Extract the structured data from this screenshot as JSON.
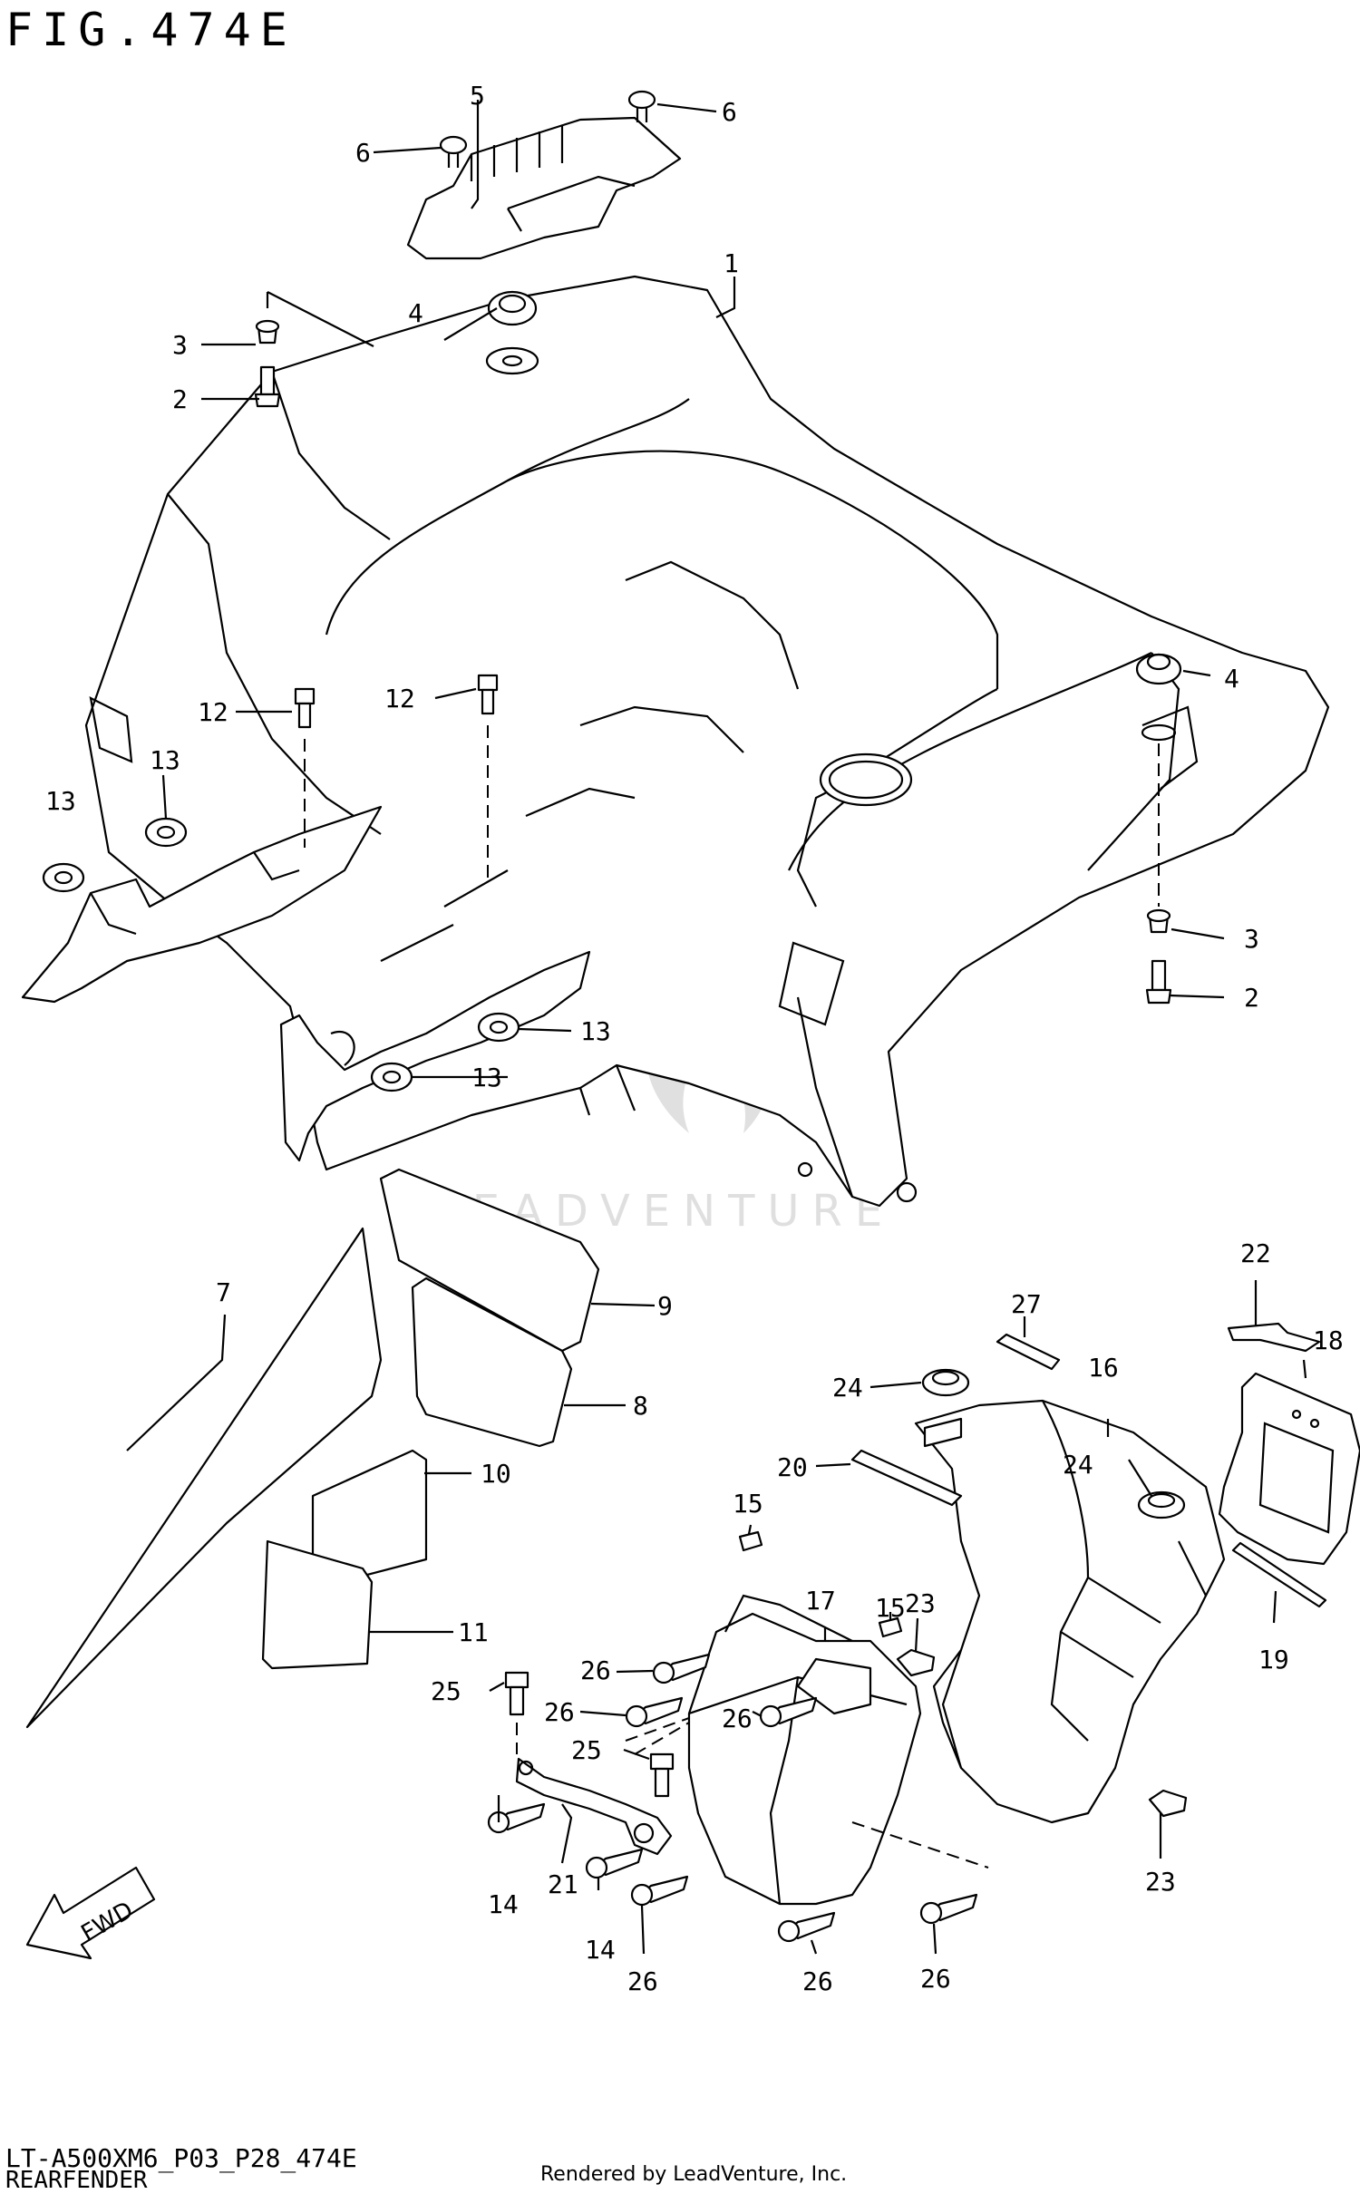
{
  "figure": {
    "title": "FIG.474E",
    "code": "LT-A500XM6_P03_P28_474E",
    "section": "REARFENDER",
    "rendered_by": "Rendered by LeadVenture, Inc.",
    "watermark": "LEADVENTURE"
  },
  "callouts": [
    {
      "id": "c1",
      "label": "1"
    },
    {
      "id": "c2a",
      "label": "2"
    },
    {
      "id": "c2b",
      "label": "2"
    },
    {
      "id": "c3a",
      "label": "3"
    },
    {
      "id": "c3b",
      "label": "3"
    },
    {
      "id": "c4a",
      "label": "4"
    },
    {
      "id": "c4b",
      "label": "4"
    },
    {
      "id": "c5",
      "label": "5"
    },
    {
      "id": "c6a",
      "label": "6"
    },
    {
      "id": "c6b",
      "label": "6"
    },
    {
      "id": "c7",
      "label": "7"
    },
    {
      "id": "c8",
      "label": "8"
    },
    {
      "id": "c9",
      "label": "9"
    },
    {
      "id": "c10",
      "label": "10"
    },
    {
      "id": "c11",
      "label": "11"
    },
    {
      "id": "c12a",
      "label": "12"
    },
    {
      "id": "c12b",
      "label": "12"
    },
    {
      "id": "c13a",
      "label": "13"
    },
    {
      "id": "c13b",
      "label": "13"
    },
    {
      "id": "c13c",
      "label": "13"
    },
    {
      "id": "c13d",
      "label": "13"
    },
    {
      "id": "c14a",
      "label": "14"
    },
    {
      "id": "c14b",
      "label": "14"
    },
    {
      "id": "c15a",
      "label": "15"
    },
    {
      "id": "c15b",
      "label": "15"
    },
    {
      "id": "c16",
      "label": "16"
    },
    {
      "id": "c17",
      "label": "17"
    },
    {
      "id": "c18",
      "label": "18"
    },
    {
      "id": "c19",
      "label": "19"
    },
    {
      "id": "c20",
      "label": "20"
    },
    {
      "id": "c21",
      "label": "21"
    },
    {
      "id": "c22",
      "label": "22"
    },
    {
      "id": "c23a",
      "label": "23"
    },
    {
      "id": "c23b",
      "label": "23"
    },
    {
      "id": "c24a",
      "label": "24"
    },
    {
      "id": "c24b",
      "label": "24"
    },
    {
      "id": "c25a",
      "label": "25"
    },
    {
      "id": "c25b",
      "label": "25"
    },
    {
      "id": "c26a",
      "label": "26"
    },
    {
      "id": "c26b",
      "label": "26"
    },
    {
      "id": "c26c",
      "label": "26"
    },
    {
      "id": "c26d",
      "label": "26"
    },
    {
      "id": "c26e",
      "label": "26"
    },
    {
      "id": "c26f",
      "label": "26"
    },
    {
      "id": "c27",
      "label": "27"
    }
  ],
  "fwd_label": "FWD"
}
